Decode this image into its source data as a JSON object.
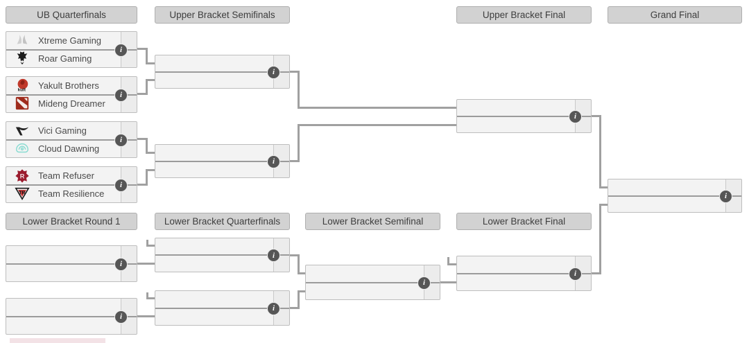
{
  "rounds": {
    "ub_qf": "UB Quarterfinals",
    "ub_sf": "Upper Bracket Semifinals",
    "ub_f": "Upper Bracket Final",
    "gf": "Grand Final",
    "lb_r1": "Lower Bracket Round 1",
    "lb_qf": "Lower Bracket Quarterfinals",
    "lb_sf": "Lower Bracket Semifinal",
    "lb_f": "Lower Bracket Final"
  },
  "matches": {
    "ub_qf_1": {
      "top_team": "Xtreme Gaming",
      "bottom_team": "Roar Gaming"
    },
    "ub_qf_2": {
      "top_team": "Yakult Brothers",
      "bottom_team": "Mideng Dreamer"
    },
    "ub_qf_3": {
      "top_team": "Vici Gaming",
      "bottom_team": "Cloud Dawning"
    },
    "ub_qf_4": {
      "top_team": "Team Refuser",
      "bottom_team": "Team Resilience"
    },
    "ub_sf_1": {
      "top_team": "",
      "bottom_team": ""
    },
    "ub_sf_2": {
      "top_team": "",
      "bottom_team": ""
    },
    "ub_f": {
      "top_team": "",
      "bottom_team": ""
    },
    "gf": {
      "top_team": "",
      "bottom_team": ""
    },
    "lb_r1_1": {
      "top_team": "",
      "bottom_team": ""
    },
    "lb_r1_2": {
      "top_team": "",
      "bottom_team": ""
    },
    "lb_qf_1": {
      "top_team": "",
      "bottom_team": ""
    },
    "lb_qf_2": {
      "top_team": "",
      "bottom_team": ""
    },
    "lb_sf": {
      "top_team": "",
      "bottom_team": ""
    },
    "lb_f": {
      "top_team": "",
      "bottom_team": ""
    }
  },
  "icons": {
    "info_glyph": "i",
    "team_logos": [
      "xtreme-gaming-logo",
      "roar-gaming-logo",
      "yakult-brothers-logo",
      "mideng-dreamer-logo",
      "vici-gaming-logo",
      "cloud-dawning-logo",
      "team-refuser-logo",
      "team-resilience-logo"
    ]
  },
  "colors": {
    "header_bg": "#d2d2d2",
    "match_bg": "#f3f3f3",
    "connector": "#a0a0a0",
    "info_icon_bg": "#565656"
  }
}
